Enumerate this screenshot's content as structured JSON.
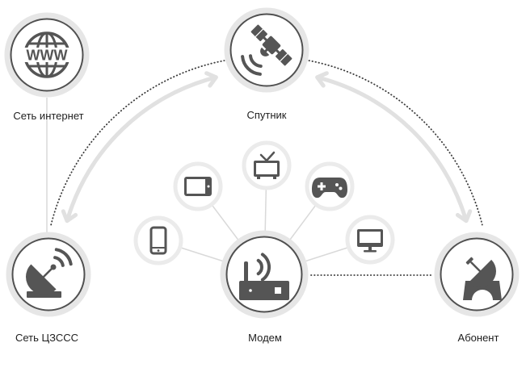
{
  "nodes": {
    "internet": {
      "label": "Сеть интернет",
      "icon": "www-globe-icon",
      "icon_text": "WWW"
    },
    "satellite": {
      "label": "Спутник",
      "icon": "satellite-icon"
    },
    "ground_network": {
      "label": "Сеть ЦЗССС",
      "icon": "satellite-dish-icon"
    },
    "modem": {
      "label": "Модем",
      "icon": "wifi-router-icon"
    },
    "subscriber": {
      "label": "Абонент",
      "icon": "subscriber-dish-icon"
    }
  },
  "devices": [
    {
      "icon": "smartphone-icon"
    },
    {
      "icon": "tablet-icon"
    },
    {
      "icon": "tv-icon"
    },
    {
      "icon": "gamepad-icon"
    },
    {
      "icon": "monitor-icon"
    }
  ],
  "colors": {
    "icon": "#555555",
    "node_ring": "#505050",
    "halo": "#e6e6e6",
    "label": "#1e1e1e",
    "connector": "#d9d9d9",
    "arrow": "#e1e1e1",
    "dots": "#3c3c3c"
  }
}
